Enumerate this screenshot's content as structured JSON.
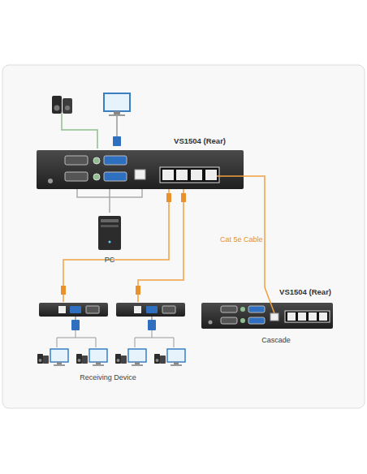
{
  "diagram": {
    "nodes": [
      {
        "text": [
          "VS1504 (Rear)"
        ]
      },
      {
        "text": [
          "PC"
        ]
      },
      {
        "text": [
          "VS1504 (Rear)",
          "Cascade"
        ]
      }
    ],
    "edges": [
      {
        "from": 1,
        "to": 0,
        "arrow": "none"
      },
      {
        "from": 0,
        "to": 2,
        "label": "Cat 5e Cable",
        "arrow": "none"
      }
    ],
    "labels": [
      "Receiving Device"
    ]
  }
}
